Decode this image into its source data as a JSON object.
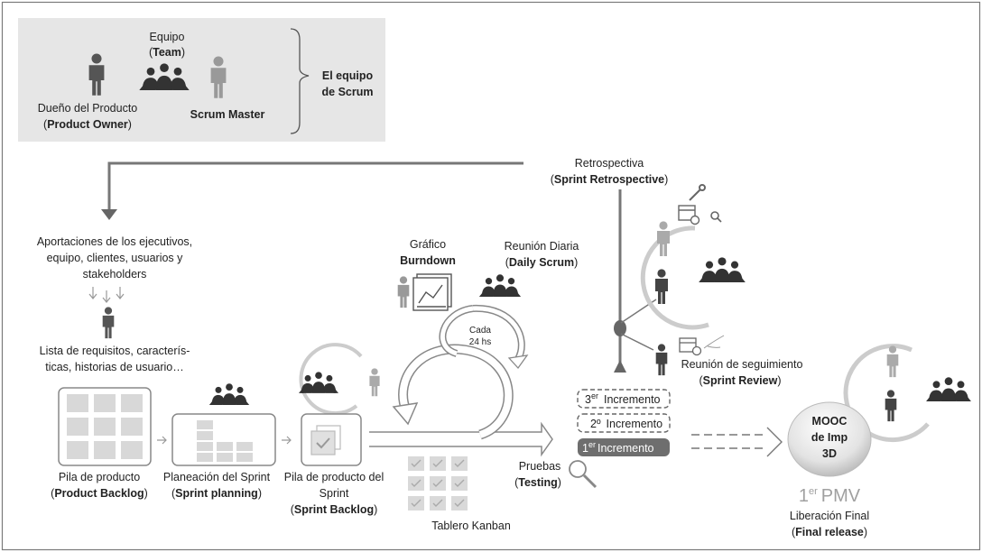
{
  "team_box": {
    "team_line1": "Equipo",
    "team_line2_open": "(",
    "team_line2_bold": "Team",
    "team_line2_close": ")",
    "po_line1": "Dueño del Producto",
    "po_line2_open": "(",
    "po_line2_bold": "Product Owner",
    "po_line2_close": ")",
    "scrum_master": "Scrum Master",
    "scrum_team_line1": "El equipo",
    "scrum_team_line2": "de Scrum"
  },
  "retrospective": {
    "line1": "Retrospectiva",
    "line2_open": "(",
    "line2_bold": "Sprint Retrospective",
    "line2_close": ")"
  },
  "inputs": {
    "line1": "Aportaciones de los ejecutivos,",
    "line2": "equipo,  clientes, usuarios y",
    "line3": "stakeholders"
  },
  "requirements": {
    "line1": "Lista de requisitos, caracterís-",
    "line2": "ticas, historias de usuario…"
  },
  "product_backlog": {
    "line1": "Pila de producto",
    "line2_open": "(",
    "line2_bold": "Product Backlog",
    "line2_close": ")"
  },
  "sprint_planning": {
    "line1": "Planeación del Sprint",
    "line2_open": "(",
    "line2_bold": "Sprint planning",
    "line2_close": ")"
  },
  "sprint_backlog": {
    "line1": "Pila de producto del",
    "line2": "Sprint",
    "line3_open": "(",
    "line3_bold": "Sprint Backlog",
    "line3_close": ")"
  },
  "burndown": {
    "line1": "Gráfico",
    "line2": "Burndown"
  },
  "daily_scrum": {
    "line1": "Reunión Diaria",
    "line2_open": "(",
    "line2_bold": "Daily Scrum",
    "line2_close": ")"
  },
  "cycle": {
    "line1": "Cada",
    "line2": "24 hs"
  },
  "kanban": "Tablero Kanban",
  "testing": {
    "line1": "Pruebas",
    "line2_open": "(",
    "line2_bold": "Testing",
    "line2_close": ")"
  },
  "increments": [
    {
      "sup": "er",
      "pre": "3",
      "label": "Incremento"
    },
    {
      "sup": "",
      "pre": "2º",
      "label": "Incremento"
    },
    {
      "sup": "er",
      "pre": "1",
      "label": "Incremento"
    }
  ],
  "review": {
    "line1": "Reunión de seguimiento",
    "line2_open": "(",
    "line2_bold": "Sprint Review",
    "line2_close": ")"
  },
  "mooc": {
    "line1": "MOOC",
    "line2": "de Imp",
    "line3": "3D"
  },
  "mvp": {
    "pre": "1",
    "sup": "er",
    "label": "PMV"
  },
  "final_release": {
    "line1": "Liberación Final",
    "line2_open": "(",
    "line2_bold": "Final release",
    "line2_close": ")"
  },
  "colors": {
    "dark_gray": "#666666",
    "mid_gray": "#8c8c8c",
    "light_gray": "#c8c8c8",
    "box_fill": "#e6e6e6"
  }
}
